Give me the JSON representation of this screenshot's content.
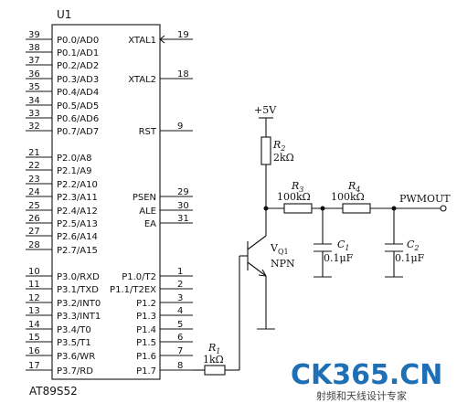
{
  "chip": {
    "ref": "U1",
    "part": "AT89S52",
    "left_pins": [
      {
        "num": "39",
        "label": "P0.0/AD0"
      },
      {
        "num": "38",
        "label": "P0.1/AD1"
      },
      {
        "num": "37",
        "label": "P0.2/AD2"
      },
      {
        "num": "36",
        "label": "P0.3/AD3"
      },
      {
        "num": "35",
        "label": "P0.4/AD4"
      },
      {
        "num": "34",
        "label": "P0.5/AD5"
      },
      {
        "num": "33",
        "label": "P0.6/AD6"
      },
      {
        "num": "32",
        "label": "P0.7/AD7"
      },
      {
        "num": "21",
        "label": "P2.0/A8"
      },
      {
        "num": "22",
        "label": "P2.1/A9"
      },
      {
        "num": "23",
        "label": "P2.2/A10"
      },
      {
        "num": "24",
        "label": "P2.3/A11"
      },
      {
        "num": "25",
        "label": "P2.4/A12"
      },
      {
        "num": "26",
        "label": "P2.5/A13"
      },
      {
        "num": "27",
        "label": "P2.6/A14"
      },
      {
        "num": "28",
        "label": "P2.7/A15"
      },
      {
        "num": "10",
        "label": "P3.0/RXD"
      },
      {
        "num": "11",
        "label": "P3.1/TXD"
      },
      {
        "num": "12",
        "label": "P3.2/INT0"
      },
      {
        "num": "13",
        "label": "P3.3/INT1"
      },
      {
        "num": "14",
        "label": "P3.4/T0"
      },
      {
        "num": "15",
        "label": "P3.5/T1"
      },
      {
        "num": "16",
        "label": "P3.6/WR"
      },
      {
        "num": "17",
        "label": "P3.7/RD"
      }
    ],
    "right_pins": [
      {
        "num": "19",
        "label": "XTAL1"
      },
      {
        "num": "18",
        "label": "XTAL2"
      },
      {
        "num": "9",
        "label": "RST"
      },
      {
        "num": "29",
        "label": "PSEN"
      },
      {
        "num": "30",
        "label": "ALE"
      },
      {
        "num": "31",
        "label": "EA"
      },
      {
        "num": "1",
        "label": "P1.0/T2"
      },
      {
        "num": "2",
        "label": "P1.1/T2EX"
      },
      {
        "num": "3",
        "label": "P1.2"
      },
      {
        "num": "4",
        "label": "P1.3"
      },
      {
        "num": "5",
        "label": "P1.4"
      },
      {
        "num": "6",
        "label": "P1.5"
      },
      {
        "num": "7",
        "label": "P1.6"
      },
      {
        "num": "8",
        "label": "P1.7"
      }
    ]
  },
  "components": {
    "vcc": "+5V",
    "r1_ref": "R",
    "r1_sub": "1",
    "r1_value": "1kΩ",
    "r2_ref": "R",
    "r2_sub": "2",
    "r2_value": "2kΩ",
    "r3_ref": "R",
    "r3_sub": "3",
    "r3_value": "100kΩ",
    "r4_ref": "R",
    "r4_sub": "4",
    "r4_value": "100kΩ",
    "c1_ref": "C",
    "c1_sub": "1",
    "c1_value": "0.1μF",
    "c2_ref": "C",
    "c2_sub": "2",
    "c2_value": "0.1μF",
    "q1_ref": "V",
    "q1_sub": "Q1",
    "q1_type": "NPN",
    "output_label": "PWMOUT"
  },
  "watermark": {
    "logo": "CK365.CN",
    "tagline": "射频和天线设计专家"
  }
}
